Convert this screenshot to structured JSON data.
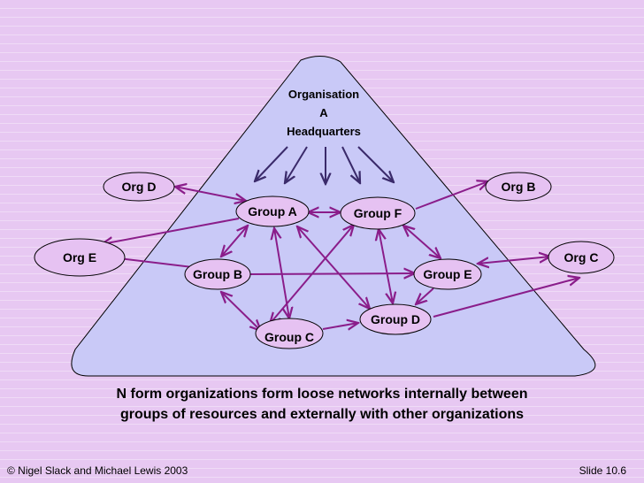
{
  "headquarters": {
    "line1": "Organisation",
    "line2": "A",
    "line3": "Headquarters"
  },
  "nodes": [
    {
      "id": "orgD",
      "label": "Org D"
    },
    {
      "id": "orgB",
      "label": "Org B"
    },
    {
      "id": "orgE",
      "label": "Org E"
    },
    {
      "id": "orgC",
      "label": "Org C"
    },
    {
      "id": "groupA",
      "label": "Group A"
    },
    {
      "id": "groupF",
      "label": "Group F"
    },
    {
      "id": "groupB",
      "label": "Group B"
    },
    {
      "id": "groupE",
      "label": "Group E"
    },
    {
      "id": "groupD",
      "label": "Group D"
    },
    {
      "id": "groupC",
      "label": "Group C"
    }
  ],
  "caption": {
    "line1": "N form organizations form  loose networks internally between",
    "line2": "groups of resources and externally with other organizations"
  },
  "footer": {
    "copyright": "© Nigel Slack and Michael Lewis 2003",
    "slide": "Slide 10.6"
  },
  "colors": {
    "background": "#e7c8f2",
    "triangle_fill": "#c9c9f7",
    "node_fill": "#e6c2f2",
    "connector": "#8a1d8a"
  }
}
